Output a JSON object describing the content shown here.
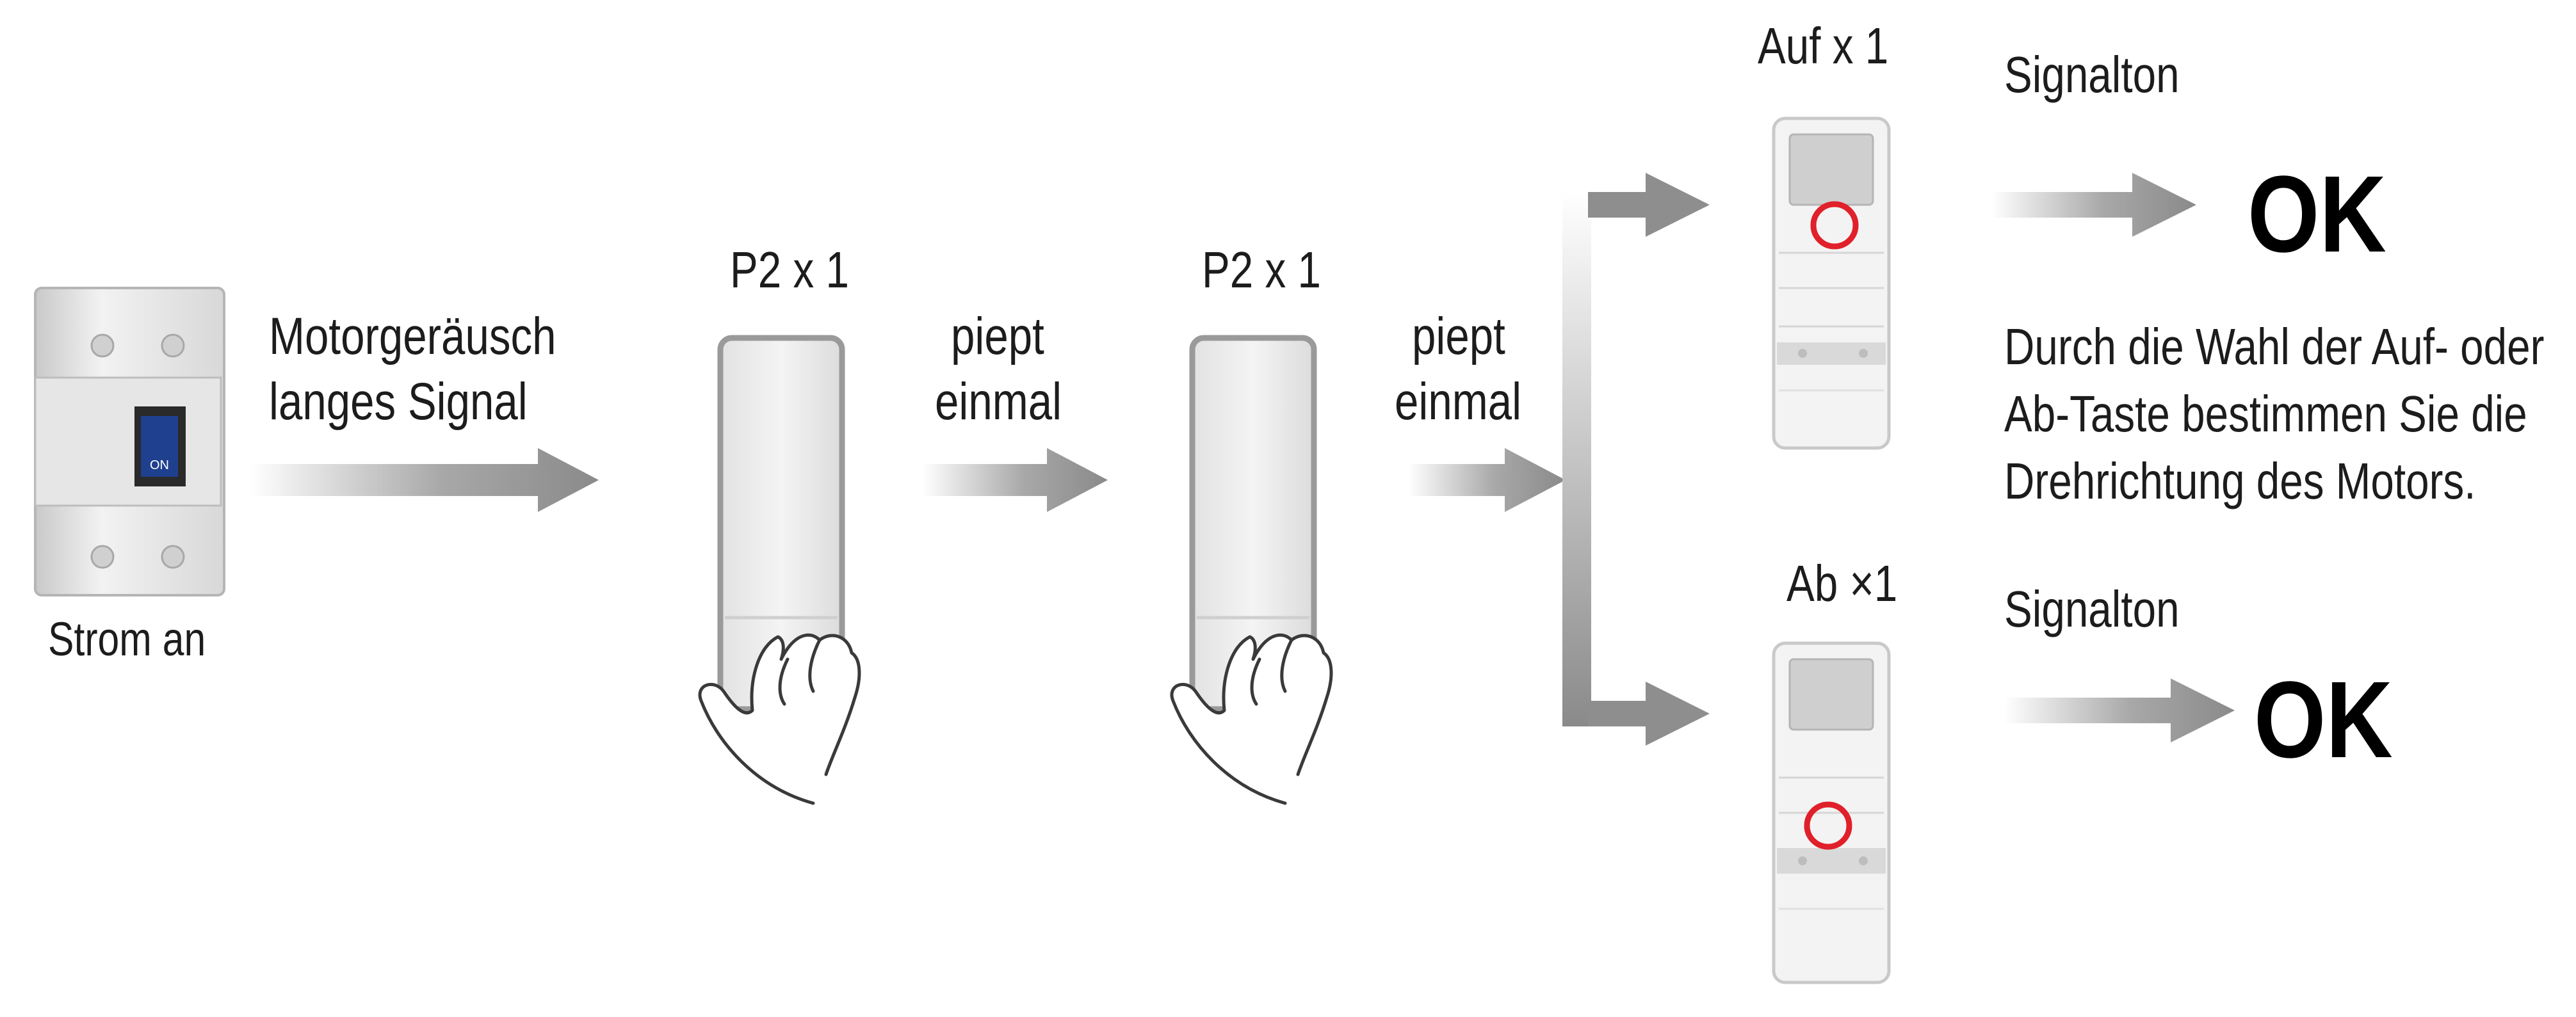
{
  "labels": {
    "strom_an": "Strom an",
    "motor_line1": "Motorgeräusch",
    "motor_line2": "langes Signal",
    "p2_first": "P2 x 1",
    "p2_second": "P2 x 1",
    "piept1_line1": "piept",
    "piept1_line2": "einmal",
    "piept2_line1": "piept",
    "piept2_line2": "einmal",
    "auf": "Auf x 1",
    "ab": "Ab ×1",
    "signal_top": "Signalton",
    "signal_bottom": "Signalton",
    "ok_top": "OK",
    "ok_bottom": "OK",
    "desc_line1": "Durch die Wahl der Auf- oder",
    "desc_line2": "Ab-Taste bestimmen Sie die",
    "desc_line3": "Drehrichtung des Motors.",
    "switch_on": "ON"
  },
  "colors": {
    "arrow": "#8a8a8a",
    "remote_body": "#ececec",
    "remote_frame": "#9a9a9a",
    "highlight_circle": "#e0202a",
    "switch_blue": "#1f3f8f"
  },
  "icons": [
    "circuit-breaker-icon",
    "remote-icon",
    "hand-icon",
    "arrow-icon"
  ]
}
